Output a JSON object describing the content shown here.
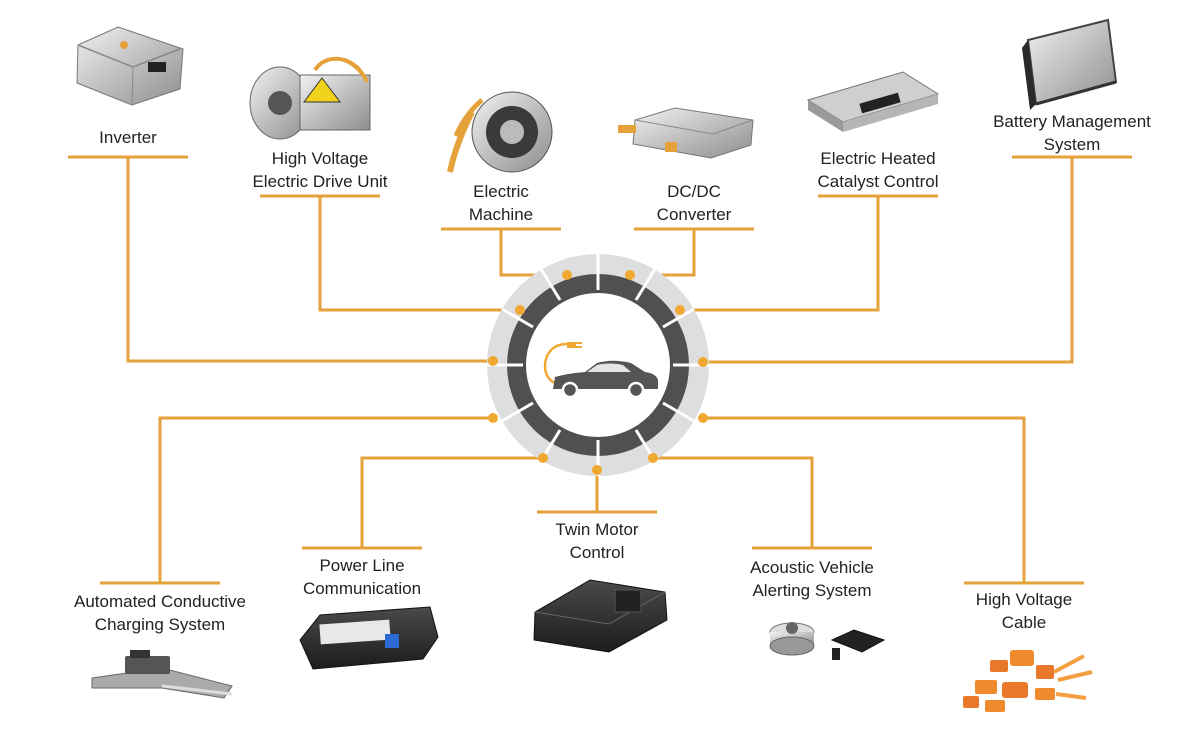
{
  "colors": {
    "connector": "#E5A23B",
    "dot": "#F0A830",
    "ring_dark": "#505050",
    "ring_light": "#DEDEDE",
    "text": "#222222"
  },
  "hub": {
    "icon": "electric-car-plug-icon"
  },
  "components": {
    "inverter": {
      "line1": "Inverter",
      "line2": ""
    },
    "hv_edu": {
      "line1": "High Voltage",
      "line2": "Electric Drive Unit"
    },
    "electric_machine": {
      "line1": "Electric",
      "line2": "Machine"
    },
    "dcdc": {
      "line1": "DC/DC",
      "line2": "Converter"
    },
    "ehcc": {
      "line1": "Electric Heated",
      "line2": "Catalyst Control"
    },
    "bms": {
      "line1": "Battery Management",
      "line2": "System"
    },
    "accs": {
      "line1": "Automated Conductive",
      "line2": "Charging System"
    },
    "plc": {
      "line1": "Power Line",
      "line2": "Communication"
    },
    "tmc": {
      "line1": "Twin Motor",
      "line2": "Control"
    },
    "avas": {
      "line1": "Acoustic Vehicle",
      "line2": "Alerting System"
    },
    "hv_cable": {
      "line1": "High Voltage",
      "line2": "Cable"
    }
  }
}
